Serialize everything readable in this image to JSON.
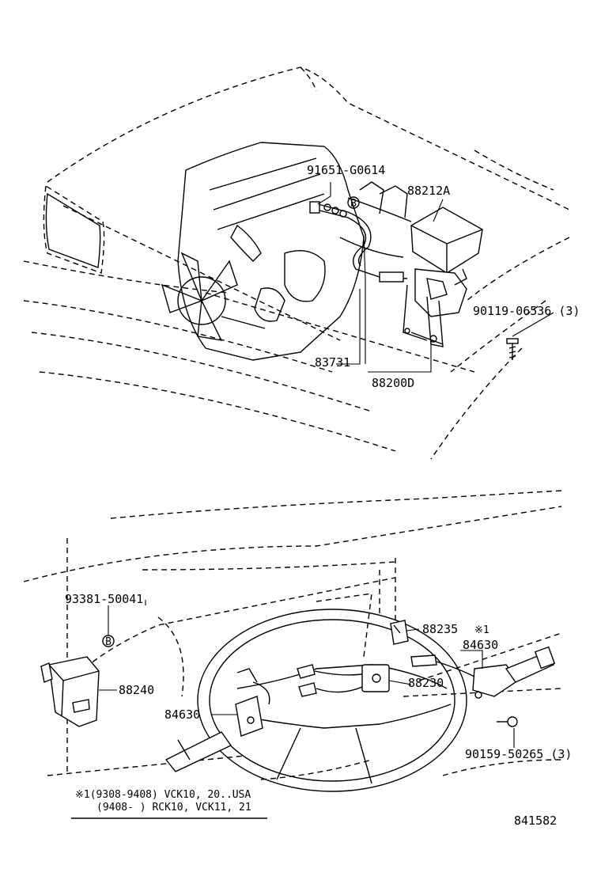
{
  "parts": {
    "bolt_fan_cover": "91651-G0614",
    "cover_88212": "88212A",
    "bolt_bracket": "90119-06536 (3)",
    "hose_83731": "83731",
    "actuator_88200": "88200D",
    "screw_bracket": "93381-50041",
    "computer_88240": "88240",
    "connector_88235": "88235",
    "switch_84630_right": "84630",
    "wire_88230": "88230",
    "switch_84630_left": "84630",
    "screw_switch": "90159-50265 (3)"
  },
  "marks": {
    "circle_b": "B",
    "note_mark_label": "※1"
  },
  "footnote": {
    "line1": "※1(9308-9408) VCK10, 20..USA",
    "line2": "(9408-      ) RCK10, VCK11, 21"
  },
  "illustration_id": "841582"
}
